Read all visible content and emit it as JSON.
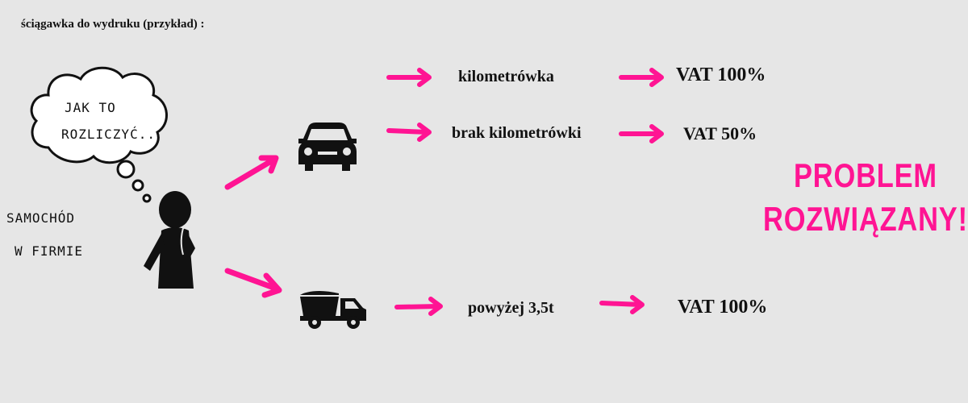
{
  "header": {
    "title": "ściągawka do wydruku (przykład) :"
  },
  "thought": {
    "line1": "JAK TO",
    "line2": "ROZLICZYĆ.."
  },
  "subject": {
    "line1": "SAMOCHÓD",
    "line2": "W FIRMIE"
  },
  "branches": [
    {
      "label": "kilometrówka",
      "result": "VAT 100%"
    },
    {
      "label": "brak kilometrówki",
      "result": "VAT 50%"
    },
    {
      "label": "powyżej 3,5t",
      "result": "VAT 100%"
    }
  ],
  "conclusion": {
    "line1": "PROBLEM",
    "line2": "ROZWIĄZANY!"
  },
  "icons": [
    "thought-bubble-icon",
    "thinking-person-icon",
    "car-icon",
    "truck-icon",
    "arrow-icon"
  ],
  "colors": {
    "background": "#e6e6e6",
    "accent": "#ff1493",
    "ink": "#111111"
  }
}
